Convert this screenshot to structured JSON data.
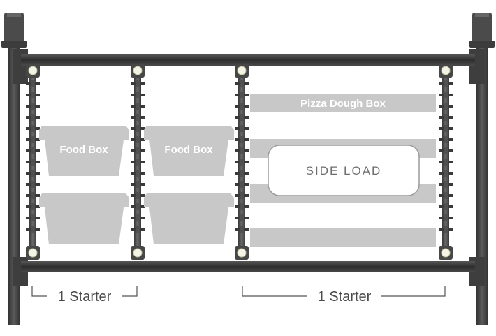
{
  "labels": {
    "food_box_top_left": "Food Box",
    "food_box_top_right": "Food Box",
    "pizza_dough_box": "Pizza Dough Box",
    "side_load": "SIDE LOAD",
    "starter_left": "1 Starter",
    "starter_right": "1 Starter"
  },
  "colors": {
    "frame": "#3b3b3b",
    "post": "#4a4a4a",
    "box_fill": "#c8c8c8",
    "box_text": "#ffffff",
    "side_load_text": "#6e6e6e",
    "bracket": "#555555",
    "light": "#f4f4e6"
  }
}
